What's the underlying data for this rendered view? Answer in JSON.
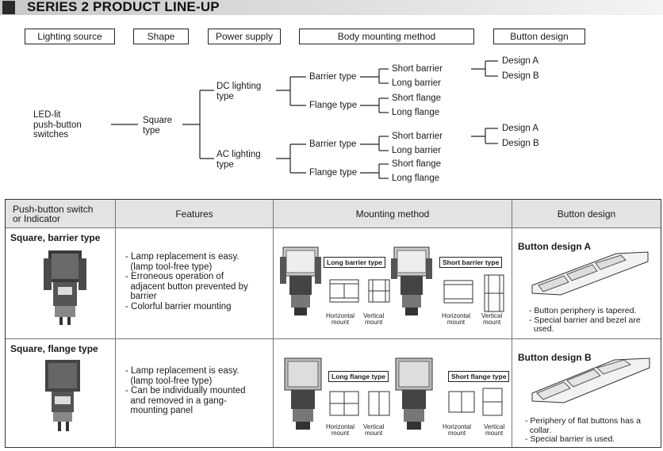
{
  "title": "SERIES 2 PRODUCT LINE-UP",
  "tree": {
    "headers": [
      "Lighting source",
      "Shape",
      "Power supply",
      "Body mounting method",
      "Button design"
    ],
    "lighting_source": "LED-lit\npush-button\nswitches",
    "shape": "Square\ntype",
    "dc": "DC lighting\ntype",
    "ac": "AC lighting\ntype",
    "barrier_type": "Barrier type",
    "flange_type": "Flange type",
    "short_barrier": "Short barrier",
    "long_barrier": "Long barrier",
    "short_flange": "Short flange",
    "long_flange": "Long flange",
    "design_a": "Design A",
    "design_b": "Design B"
  },
  "table": {
    "headers": [
      "Push-button switch\nor Indicator",
      "Features",
      "Mounting method",
      "Button design"
    ],
    "rows": [
      {
        "name": "Square, barrier type",
        "features": "- Lamp replacement is easy.\n  (lamp tool-free type)\n- Erroneous operation of\n  adjacent button prevented by\n  barrier\n- Colorful barrier mounting",
        "long_tag": "Long barrier type",
        "short_tag": "Short barrier type",
        "horizontal": "Horizontal\nmount",
        "vertical": "Vertical\nmount",
        "design_title": "Button design A",
        "design_notes": "- Button periphery is tapered.\n- Special barrier and bezel are\n  used."
      },
      {
        "name": "Square, flange type",
        "features": "- Lamp replacement is easy.\n  (lamp tool-free type)\n- Can be individually mounted\n  and removed in a gang-\n  mounting panel",
        "long_tag": "Long flange type",
        "short_tag": "Short flange type",
        "horizontal": "Horizontal\nmount",
        "vertical": "Vertical\nmount",
        "design_title": "Button design B",
        "design_notes": "- Periphery of flat buttons has a\n  collar.\n- Special barrier is used."
      }
    ]
  }
}
